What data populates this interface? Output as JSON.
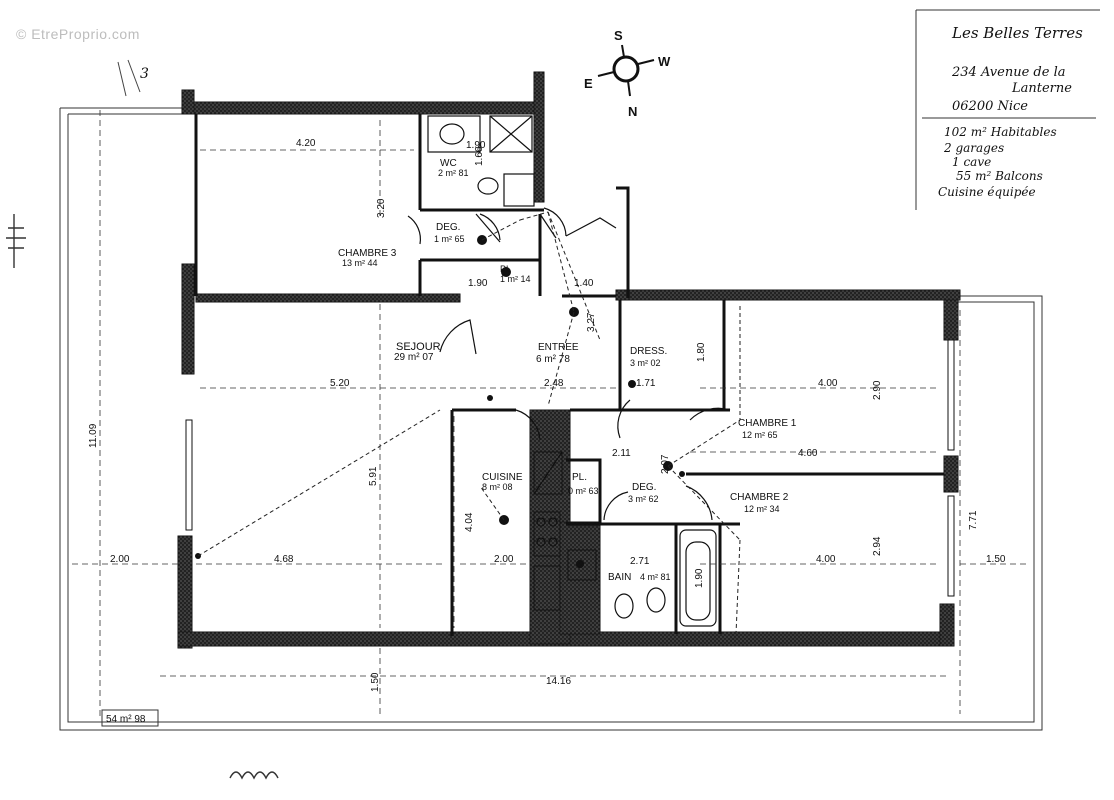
{
  "watermark": "© EtreProprio.com",
  "page_mark": "3",
  "compass": {
    "north": "N",
    "south": "S",
    "east": "E",
    "west": "W"
  },
  "address_block": {
    "residence": "Les Belles Terres",
    "street_line_1": "234 Avenue de la",
    "street_line_2": "Lanterne",
    "city": "06200 Nice"
  },
  "notes": [
    "102 m² Habitables",
    "2 garages",
    "1 cave",
    "55 m² Balcons",
    "Cuisine équipée"
  ],
  "rooms": {
    "chambre3": {
      "name": "CHAMBRE 3",
      "area": "13 m² 44"
    },
    "wc": {
      "name": "WC",
      "area": "2 m² 81"
    },
    "deg1": {
      "name": "DEG.",
      "area": "1 m² 65"
    },
    "pl1": {
      "name": "PL",
      "area": "1 m² 14"
    },
    "sejour": {
      "name": "SEJOUR",
      "area": "29 m² 07"
    },
    "entree": {
      "name": "ENTREE",
      "area": "6 m² 78"
    },
    "dress": {
      "name": "DRESS.",
      "area": "3 m² 02"
    },
    "chambre1": {
      "name": "CHAMBRE 1",
      "area": "12 m² 65"
    },
    "cuisine": {
      "name": "CUISINE",
      "area": "8 m² 08"
    },
    "pl2": {
      "name": "PL.",
      "area": "0 m² 63"
    },
    "deg2": {
      "name": "DEG.",
      "area": "3 m² 62"
    },
    "chambre2": {
      "name": "CHAMBRE 2",
      "area": "12 m² 34"
    },
    "bain": {
      "name": "BAIN",
      "area": "4 m² 81"
    },
    "balcony": {
      "area": "54 m² 98"
    }
  },
  "dimensions": {
    "d_420": "4.20",
    "d_320": "3.20",
    "d_190a": "1.90",
    "d_166": "1.66",
    "d_190b": "1.90",
    "d_140": "1.40",
    "d_327": "3.27",
    "d_520": "5.20",
    "d_248": "2.48",
    "d_171": "1.71",
    "d_180": "1.80",
    "d_400a": "4.00",
    "d_290": "2.90",
    "d_1109": "11.09",
    "d_591": "5.91",
    "d_211": "2.11",
    "d_207": "2.07",
    "d_460": "4.60",
    "d_200a": "2.00",
    "d_468": "4.68",
    "d_404": "4.04",
    "d_200b": "2.00",
    "d_271": "2.71",
    "d_190c": "1.90",
    "d_400b": "4.00",
    "d_294": "2.94",
    "d_771": "7.71",
    "d_150a": "1.50",
    "d_150b": "1.50",
    "d_1416": "14.16"
  }
}
